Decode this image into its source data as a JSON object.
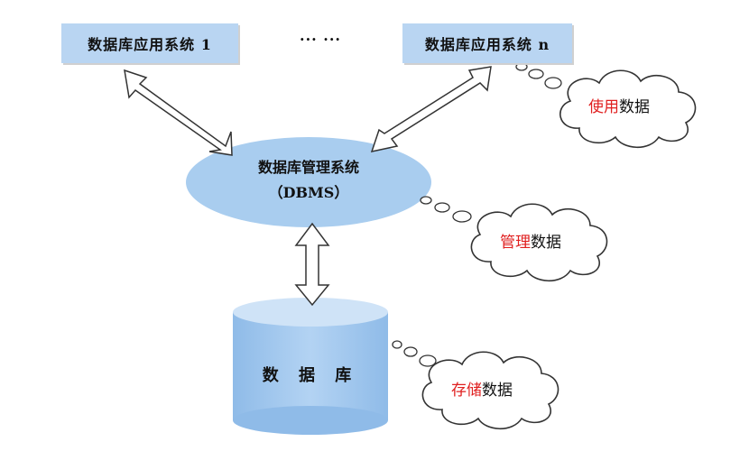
{
  "apps": {
    "app1": "数据库应用系统 1",
    "ellipsis": "··· ···",
    "appn": "数据库应用系统 n"
  },
  "dbms": {
    "line1": "数据库管理系统",
    "line2": "（DBMS）"
  },
  "database": {
    "label": "数 据 库"
  },
  "clouds": {
    "use": {
      "red": "使用",
      "black": "数据"
    },
    "manage": {
      "red": "管理",
      "black": "数据"
    },
    "store": {
      "red": "存储",
      "black": "数据"
    }
  },
  "colors": {
    "box_fill": "#b9d5f2",
    "ellipse_fill": "#a9cdef",
    "accent_red": "#e02020"
  }
}
